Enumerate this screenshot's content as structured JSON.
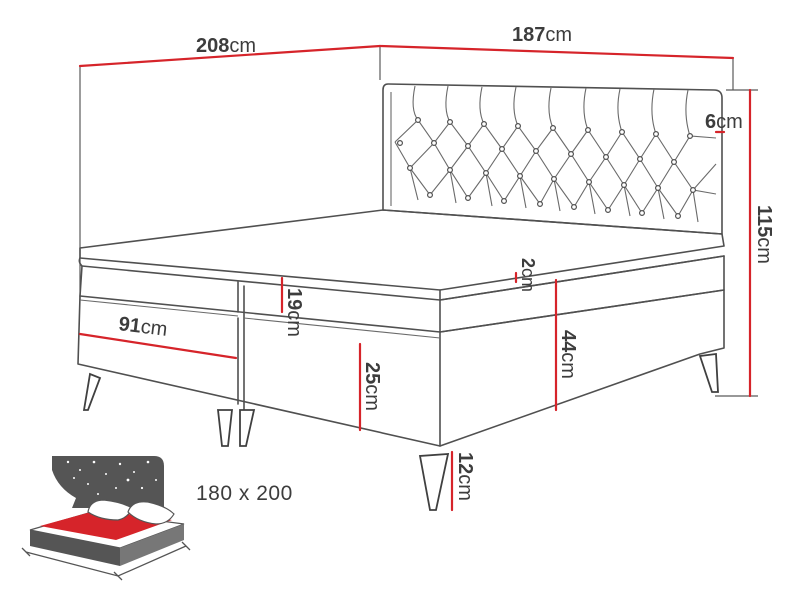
{
  "dimensions": {
    "length": {
      "value": "208",
      "unit": "cm"
    },
    "width": {
      "value": "187",
      "unit": "cm"
    },
    "headboard_thickness": {
      "value": "6",
      "unit": "cm"
    },
    "total_height": {
      "value": "115",
      "unit": "cm"
    },
    "topper_height": {
      "value": "2",
      "unit": "cm"
    },
    "mattress_height": {
      "value": "19",
      "unit": "cm"
    },
    "drawer_width": {
      "value": "91",
      "unit": "cm"
    },
    "seat_height": {
      "value": "44",
      "unit": "cm"
    },
    "base_height": {
      "value": "25",
      "unit": "cm"
    },
    "leg_height": {
      "value": "12",
      "unit": "cm"
    }
  },
  "mattress_size": "180 x 200",
  "colors": {
    "outline": "#505050",
    "dimension_line": "#d6242a",
    "text": "#3d3d3d",
    "icon_dark": "#555555"
  },
  "icons": [
    "starry-night-icon",
    "mattress-icon",
    "pillows-icon"
  ]
}
